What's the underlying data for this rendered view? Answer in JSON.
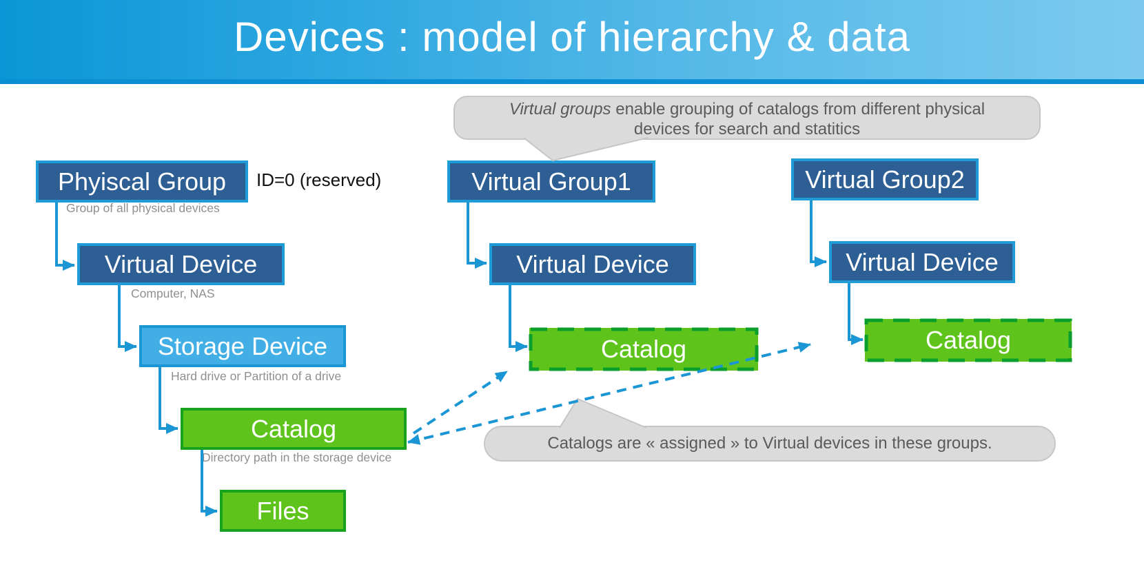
{
  "header": {
    "title": "Devices : model of hierarchy & data"
  },
  "bubbles": {
    "top": {
      "lead_italic": "Virtual groups",
      "line1_rest": " enable grouping of catalogs from different physical",
      "line2": "devices for search and statitics"
    },
    "bottom": {
      "text": "Catalogs are « assigned » to Virtual devices in these groups."
    }
  },
  "physical": {
    "group_label": "Phyiscal Group",
    "group_note": "ID=0 (reserved)",
    "group_caption": "Group of all physical devices",
    "virtual_device_label": "Virtual Device",
    "virtual_device_caption": "Computer, NAS",
    "storage_label": "Storage Device",
    "storage_caption": "Hard drive or Partition of a drive",
    "catalog_label": "Catalog",
    "catalog_caption": "Directory path in the storage device",
    "files_label": "Files"
  },
  "group1": {
    "label": "Virtual Group1",
    "device_label": "Virtual Device",
    "catalog_label": "Catalog"
  },
  "group2": {
    "label": "Virtual Group2",
    "device_label": "Virtual Device",
    "catalog_label": "Catalog"
  },
  "colors": {
    "header_gradient_start": "#0a96d6",
    "header_gradient_end": "#7ccaee",
    "header_underline": "#0c8ed3",
    "box_dark_blue": "#2e5f94",
    "box_dark_border": "#1f9cd8",
    "box_light_blue": "#41afe6",
    "box_light_border": "#1b96d5",
    "green_fill": "#5ec41c",
    "green_border": "#18a21d",
    "green_dashed_border": "#0a9e2d",
    "connector_blue": "#1b96d5",
    "bubble_fill": "#dbdbdb",
    "bubble_border": "#c6c6c6",
    "caption_gray": "#8f8f8f",
    "bubble_text_gray": "#5a5a5a"
  }
}
